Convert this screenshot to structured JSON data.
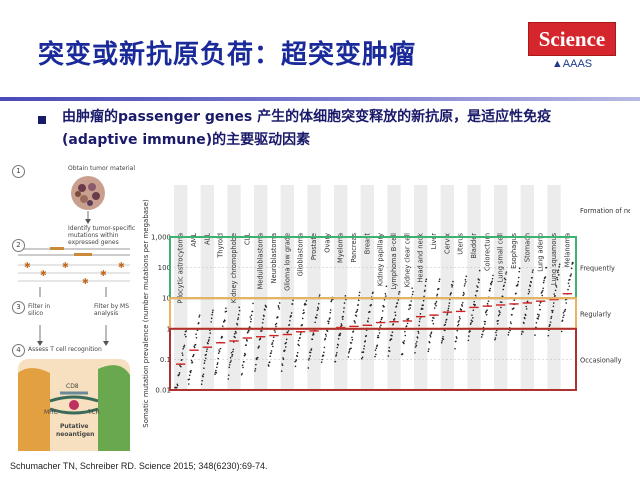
{
  "slide": {
    "title": "突变或新抗原负荷：超突变肿瘤",
    "bullet": "由肿瘤的passenger genes 产生的体细胞突变释放的新抗原，是适应性免疫(adaptive immune)的主要驱动因素",
    "citation": "Schumacher TN, Schreiber RD. Science 2015; 348(6230):69-74."
  },
  "logo": {
    "top": "Science",
    "bottom": "AAAS",
    "color": "#d4262c"
  },
  "diagram": {
    "steps": [
      {
        "num": "1",
        "text": "Obtain tumor material"
      },
      {
        "num": "2",
        "text": "Identify tumor-specific mutations within expressed genes"
      },
      {
        "num": "3",
        "left": "Filter in silico",
        "right": "Filter by MS analysis"
      },
      {
        "num": "4",
        "text": "Assess T cell recognition"
      }
    ],
    "labels": {
      "cd8": "CD8",
      "mhc": "MHC",
      "tcr": "TCR",
      "putative": "Putative",
      "neoantigen": "neoantigen"
    }
  },
  "chart_data": {
    "type": "scatter",
    "ylabel": "Somatic mutation prevalence (number mutations per megabase)",
    "yscale": "log",
    "ylim": [
      0.01,
      1000
    ],
    "yticks": [
      "1,000",
      "100",
      "10",
      "1",
      "0.1",
      "0.01"
    ],
    "categories": [
      "Pilocytic astrocytoma",
      "AML",
      "ALL",
      "Thyroid",
      "Kidney chromophobe",
      "CLL",
      "Medulloblastoma",
      "Neuroblastoma",
      "Glioma low grade",
      "Glioblastoma",
      "Prostate",
      "Ovary",
      "Myeloma",
      "Pancreas",
      "Breast",
      "Kidney papillary",
      "Lymphoma B-cell",
      "Kidney clear cell",
      "Head and neck",
      "Liver",
      "Cervix",
      "Uterus",
      "Bladder",
      "Colorectum",
      "Lung small cell",
      "Esophagus",
      "Stomach",
      "Lung adeno",
      "Lung squamous",
      "Melanoma"
    ],
    "medians": [
      0.07,
      0.2,
      0.25,
      0.35,
      0.4,
      0.5,
      0.55,
      0.6,
      0.65,
      0.8,
      0.85,
      1.0,
      1.1,
      1.2,
      1.3,
      1.6,
      1.7,
      1.8,
      2.5,
      2.8,
      3.5,
      3.7,
      5.0,
      5.5,
      6.0,
      6.5,
      7.0,
      8.0,
      9.0,
      14.0
    ],
    "legend_title": "Formation of neoantigens",
    "bands": [
      {
        "label": "Frequently",
        "color": "#3cb371",
        "range": [
          10,
          1000
        ]
      },
      {
        "label": "Regularly",
        "color": "#f0b060",
        "range": [
          1,
          10
        ]
      },
      {
        "label": "Occasionally",
        "color": "#b03030",
        "range": [
          0.01,
          1
        ]
      }
    ]
  }
}
